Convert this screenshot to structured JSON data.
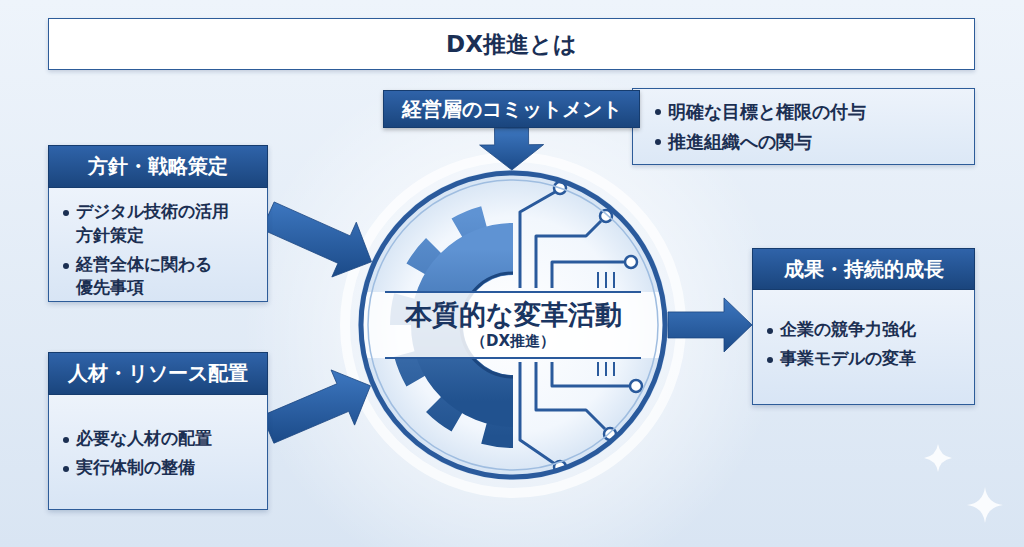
{
  "diagram": {
    "title": "DX推進とは",
    "nodes": [
      {
        "text": [
          "経営層のコミットメント"
        ]
      },
      {
        "text": [
          "明確な目標と権限の付与",
          "推進組織への関与"
        ]
      },
      {
        "text": [
          "方針・戦略策定",
          "デジタル技術の活用方針策定",
          "経営全体に関わる優先事項"
        ]
      },
      {
        "text": [
          "本質的な変革活動",
          "（DX推進）"
        ]
      },
      {
        "text": [
          "成果・持続的成長",
          "企業の競争力強化",
          "事業モデルの変革"
        ]
      },
      {
        "text": [
          "人材・リソース配置",
          "必要な人材の配置",
          "実行体制の整備"
        ]
      }
    ],
    "edges": [
      {
        "from": 0,
        "to": 3,
        "arrow": "to"
      },
      {
        "from": 2,
        "to": 3,
        "arrow": "to"
      },
      {
        "from": 5,
        "to": 3,
        "arrow": "to"
      },
      {
        "from": 3,
        "to": 4,
        "arrow": "to"
      }
    ]
  }
}
